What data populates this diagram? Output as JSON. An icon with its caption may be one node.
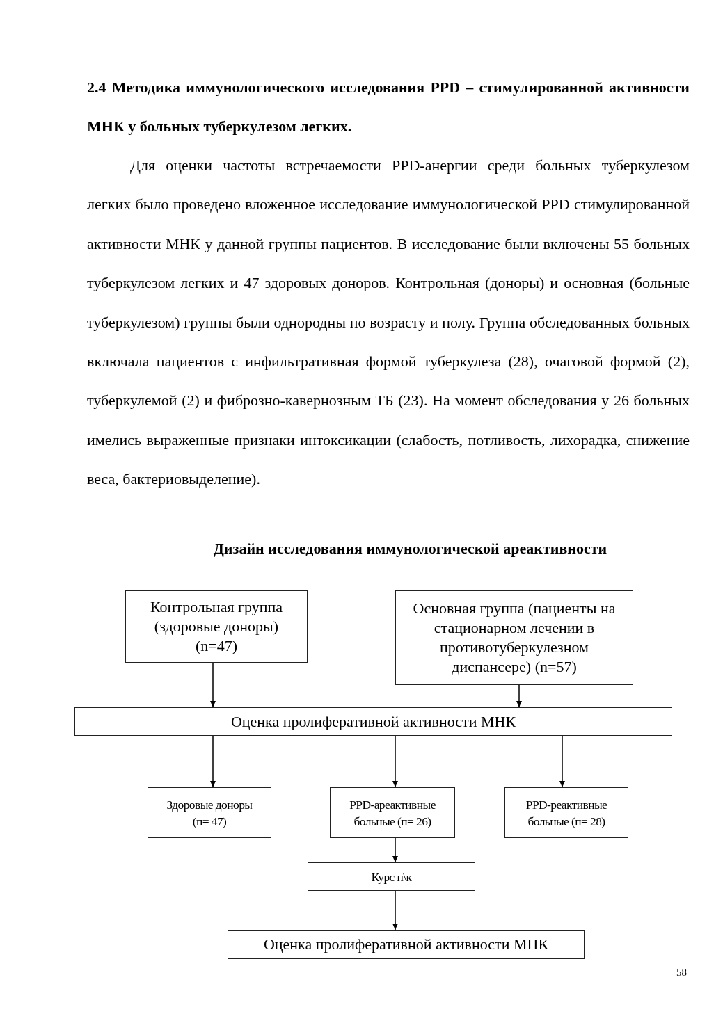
{
  "diagram": {
    "title": "Дизайн исследования иммунологической ареактивности",
    "nodes": [
      {
        "text": [
          "Контрольная группа (здоровые доноры) (n=47)"
        ]
      },
      {
        "text": [
          "Основная группа (пациенты на стационарном лечении в противотуберкулезном диспансере) (n=57)"
        ]
      },
      {
        "text": [
          "Оценка пролиферативной активности МНК"
        ]
      },
      {
        "text": [
          "Здоровые доноры (п= 47)"
        ]
      },
      {
        "text": [
          "PPD-ареактивные больные (п= 26)"
        ]
      },
      {
        "text": [
          "PPD-реактивные больные (п= 28)"
        ]
      },
      {
        "text": [
          "Курс п\\к"
        ]
      },
      {
        "text": [
          "Оценка пролиферативной активности МНК"
        ]
      }
    ],
    "edges": [
      {
        "from": 0,
        "to": 2,
        "arrow": "to"
      },
      {
        "from": 1,
        "to": 2,
        "arrow": "to"
      },
      {
        "from": 2,
        "to": 3,
        "arrow": "to"
      },
      {
        "from": 2,
        "to": 4,
        "arrow": "to"
      },
      {
        "from": 2,
        "to": 5,
        "arrow": "to"
      },
      {
        "from": 4,
        "to": 6,
        "arrow": "to"
      },
      {
        "from": 6,
        "to": 7,
        "arrow": "to"
      }
    ],
    "labels": [
      "2.4 Методика иммунологического исследования PPD – стимулированной активности МНК у больных туберкулезом легких.",
      "Для оценки частоты встречаемости PPD-анергии среди больных туберкулезом легких было проведено вложенное исследование иммунологической PPD стимулированной активности МНК у данной группы пациентов. В исследование были включены 55 больных туберкулезом легких и 47 здоровых доноров. Контрольная (доноры) и основная (больные туберкулезом) группы были однородны по возрасту и полу. Группа обследованных больных включала пациентов с инфильтративная формой туберкулеза (28), очаговой формой (2), туберкулемой (2) и фиброзно-кавернозным ТБ (23). На момент обследования у 26 больных имелись выраженные признаки интоксикации (слабость, потливость, лихорадка, снижение веса, бактериовыделение).",
      "58"
    ]
  }
}
